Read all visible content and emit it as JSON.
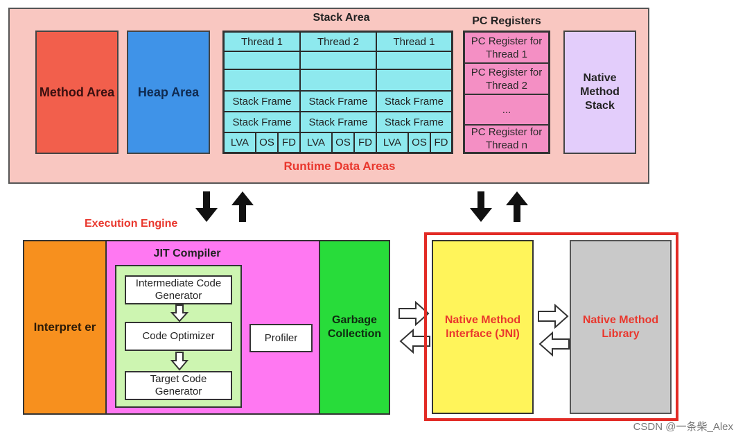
{
  "runtime": {
    "method_area": "Method Area",
    "heap_area": "Heap Area",
    "stack_title": "Stack Area",
    "threads": [
      "Thread 1",
      "Thread 2",
      "Thread 1"
    ],
    "stack_frame": "Stack Frame",
    "frame_parts": [
      "LVA",
      "OS",
      "FD"
    ],
    "pc_title": "PC Registers",
    "pc_items": [
      "PC Register for Thread 1",
      "PC Register for Thread 2",
      "...",
      "PC Register for Thread n"
    ],
    "native_stack": "Native Method Stack",
    "label": "Runtime Data Areas"
  },
  "engine": {
    "label": "Execution Engine",
    "interpreter": "Interpret er",
    "jit_title": "JIT Compiler",
    "jit_steps": [
      "Intermediate Code Generator",
      "Code Optimizer",
      "Target Code Generator"
    ],
    "profiler": "Profiler",
    "gc": "Garbage Collection"
  },
  "native": {
    "jni": "Native Method Interface (JNI)",
    "library": "Native Method Library"
  },
  "watermark": "CSDN @一条柴_Alex",
  "colors": {
    "accent_red": "#e9372d",
    "method_area": "#f25f4c",
    "heap_area": "#3f93e8",
    "stack_cell": "#8ee9ee",
    "pc_cell": "#f48fc4",
    "native_stack": "#e3cdfb",
    "interpreter": "#f7901e",
    "jit": "#ff78f2",
    "jit_inner": "#cdf5b1",
    "gc": "#28dc3a",
    "jni": "#fff45a",
    "native_library": "#c9c9c9"
  }
}
